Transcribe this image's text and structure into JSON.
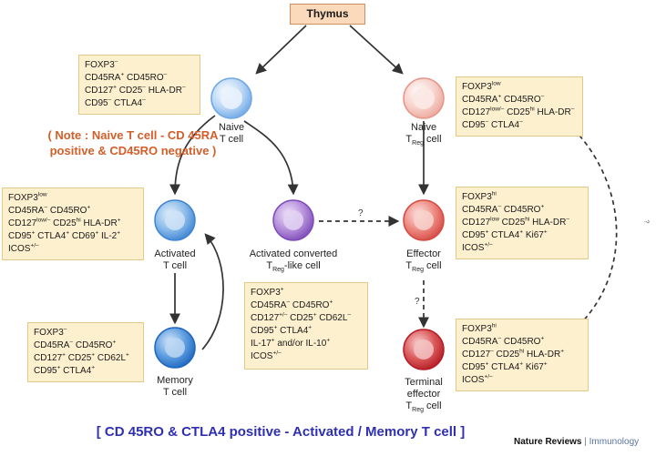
{
  "source": "Thymus",
  "note": "( Note : Naive T cell - CD 45RA positive & CD45RO negative )",
  "footer_caption": "[ CD 45RO & CTLA4 positive - Activated / Memory T cell ]",
  "credit": {
    "journal": "Nature Reviews",
    "separator": "|",
    "section": "Immunology"
  },
  "unknown_marker": "?",
  "side_text": "?",
  "cells": {
    "naive": {
      "lines": [
        "Naive",
        "T cell"
      ],
      "color": "#6fa8e6"
    },
    "naive_treg": {
      "line1": "Naive",
      "line2_main": "T",
      "line2_sub": "Reg",
      "line2_end": " cell",
      "color": "#eca79c"
    },
    "activated": {
      "lines": [
        "Activated",
        "T cell"
      ],
      "color": "#4c8fd8"
    },
    "converted": {
      "line1": "Activated converted",
      "line2_main": "T",
      "line2_sub": "Reg",
      "line2_end": "-like cell",
      "color": "#9667c8"
    },
    "effector": {
      "line1": "Effector",
      "line2_main": "T",
      "line2_sub": "Reg",
      "line2_end": " cell",
      "color": "#e0625a"
    },
    "memory": {
      "lines": [
        "Memory",
        "T cell"
      ],
      "color": "#2f79cc"
    },
    "terminal": {
      "line1": "Terminal",
      "line2": "effector",
      "line3_main": "T",
      "line3_sub": "Reg",
      "line3_end": " cell",
      "color": "#cc2b32"
    }
  },
  "boxes": {
    "naive": [
      [
        {
          "t": "FOXP3"
        },
        {
          "t": "–",
          "s": "sup"
        }
      ],
      [
        {
          "t": "CD45RA"
        },
        {
          "t": "+",
          "s": "sup"
        },
        {
          "t": " CD45RO"
        },
        {
          "t": "–",
          "s": "sup"
        }
      ],
      [
        {
          "t": "CD127"
        },
        {
          "t": "+",
          "s": "sup"
        },
        {
          "t": " CD25"
        },
        {
          "t": "–",
          "s": "sup"
        },
        {
          "t": " HLA-DR"
        },
        {
          "t": "–",
          "s": "sup"
        }
      ],
      [
        {
          "t": "CD95"
        },
        {
          "t": "–",
          "s": "sup"
        },
        {
          "t": " CTLA4"
        },
        {
          "t": "–",
          "s": "sup"
        }
      ]
    ],
    "naive_treg": [
      [
        {
          "t": "FOXP3"
        },
        {
          "t": "low",
          "s": "sup"
        }
      ],
      [
        {
          "t": "CD45RA"
        },
        {
          "t": "+",
          "s": "sup"
        },
        {
          "t": " CD45RO"
        },
        {
          "t": "–",
          "s": "sup"
        }
      ],
      [
        {
          "t": "CD127"
        },
        {
          "t": "low/–",
          "s": "sup"
        },
        {
          "t": " CD25"
        },
        {
          "t": "hi",
          "s": "sup"
        },
        {
          "t": " HLA-DR"
        },
        {
          "t": "–",
          "s": "sup"
        }
      ],
      [
        {
          "t": "CD95"
        },
        {
          "t": "–",
          "s": "sup"
        },
        {
          "t": " CTLA4"
        },
        {
          "t": "–",
          "s": "sup"
        }
      ]
    ],
    "activated": [
      [
        {
          "t": "FOXP3"
        },
        {
          "t": "low",
          "s": "sup"
        }
      ],
      [
        {
          "t": "CD45RA"
        },
        {
          "t": "–",
          "s": "sup"
        },
        {
          "t": " CD45RO"
        },
        {
          "t": "+",
          "s": "sup"
        }
      ],
      [
        {
          "t": "CD127"
        },
        {
          "t": "low/–",
          "s": "sup"
        },
        {
          "t": " CD25"
        },
        {
          "t": "hi",
          "s": "sup"
        },
        {
          "t": " HLA-DR"
        },
        {
          "t": "+",
          "s": "sup"
        }
      ],
      [
        {
          "t": "CD95"
        },
        {
          "t": "+",
          "s": "sup"
        },
        {
          "t": " CTLA4"
        },
        {
          "t": "+",
          "s": "sup"
        },
        {
          "t": " CD69"
        },
        {
          "t": "+",
          "s": "sup"
        },
        {
          "t": " IL-2"
        },
        {
          "t": "+",
          "s": "sup"
        }
      ],
      [
        {
          "t": "ICOS"
        },
        {
          "t": "+/–",
          "s": "sup"
        }
      ]
    ],
    "effector": [
      [
        {
          "t": "FOXP3"
        },
        {
          "t": "hi",
          "s": "sup"
        }
      ],
      [
        {
          "t": "CD45RA"
        },
        {
          "t": "–",
          "s": "sup"
        },
        {
          "t": " CD45RO"
        },
        {
          "t": "+",
          "s": "sup"
        }
      ],
      [
        {
          "t": "CD127"
        },
        {
          "t": "low",
          "s": "sup"
        },
        {
          "t": " CD25"
        },
        {
          "t": "hi",
          "s": "sup"
        },
        {
          "t": " HLA-DR"
        },
        {
          "t": "–",
          "s": "sup"
        }
      ],
      [
        {
          "t": "CD95"
        },
        {
          "t": "+",
          "s": "sup"
        },
        {
          "t": " CTLA4"
        },
        {
          "t": "+",
          "s": "sup"
        },
        {
          "t": " Ki67"
        },
        {
          "t": "+",
          "s": "sup"
        }
      ],
      [
        {
          "t": "ICOS"
        },
        {
          "t": "+/–",
          "s": "sup"
        }
      ]
    ],
    "converted": [
      [
        {
          "t": "FOXP3"
        },
        {
          "t": "+",
          "s": "sup"
        }
      ],
      [
        {
          "t": "CD45RA"
        },
        {
          "t": "–",
          "s": "sup"
        },
        {
          "t": " CD45RO"
        },
        {
          "t": "+",
          "s": "sup"
        }
      ],
      [
        {
          "t": "CD127"
        },
        {
          "t": "+/–",
          "s": "sup"
        },
        {
          "t": " CD25"
        },
        {
          "t": "+",
          "s": "sup"
        },
        {
          "t": " CD62L"
        },
        {
          "t": "–",
          "s": "sup"
        }
      ],
      [
        {
          "t": "CD95"
        },
        {
          "t": "+",
          "s": "sup"
        },
        {
          "t": " CTLA4"
        },
        {
          "t": "+",
          "s": "sup"
        }
      ],
      [
        {
          "t": "IL-17"
        },
        {
          "t": "+",
          "s": "sup"
        },
        {
          "t": " and/or IL-10"
        },
        {
          "t": "+",
          "s": "sup"
        }
      ],
      [
        {
          "t": "ICOS"
        },
        {
          "t": "+/–",
          "s": "sup"
        }
      ]
    ],
    "memory": [
      [
        {
          "t": "FOXP3"
        },
        {
          "t": "–",
          "s": "sup"
        }
      ],
      [
        {
          "t": "CD45RA"
        },
        {
          "t": "–",
          "s": "sup"
        },
        {
          "t": " CD45RO"
        },
        {
          "t": "+",
          "s": "sup"
        }
      ],
      [
        {
          "t": "CD127"
        },
        {
          "t": "+",
          "s": "sup"
        },
        {
          "t": " CD25"
        },
        {
          "t": "+",
          "s": "sup"
        },
        {
          "t": " CD62L"
        },
        {
          "t": "+",
          "s": "sup"
        }
      ],
      [
        {
          "t": "CD95"
        },
        {
          "t": "+",
          "s": "sup"
        },
        {
          "t": " CTLA4"
        },
        {
          "t": "+",
          "s": "sup"
        }
      ]
    ],
    "terminal": [
      [
        {
          "t": "FOXP3"
        },
        {
          "t": "hi",
          "s": "sup"
        }
      ],
      [
        {
          "t": "CD45RA"
        },
        {
          "t": "–",
          "s": "sup"
        },
        {
          "t": " CD45RO"
        },
        {
          "t": "+",
          "s": "sup"
        }
      ],
      [
        {
          "t": "CD127"
        },
        {
          "t": "–",
          "s": "sup"
        },
        {
          "t": " CD25"
        },
        {
          "t": "hi",
          "s": "sup"
        },
        {
          "t": " HLA-DR"
        },
        {
          "t": "+",
          "s": "sup"
        }
      ],
      [
        {
          "t": "CD95"
        },
        {
          "t": "+",
          "s": "sup"
        },
        {
          "t": " CTLA4"
        },
        {
          "t": "+",
          "s": "sup"
        },
        {
          "t": " Ki67"
        },
        {
          "t": "+",
          "s": "sup"
        }
      ],
      [
        {
          "t": "ICOS"
        },
        {
          "t": "+/–",
          "s": "sup"
        }
      ]
    ]
  },
  "colors": {
    "arrow": "#333333",
    "note": "#d25f2a",
    "caption": "#2f2fb3",
    "box_fill": "#fdf0cf"
  }
}
